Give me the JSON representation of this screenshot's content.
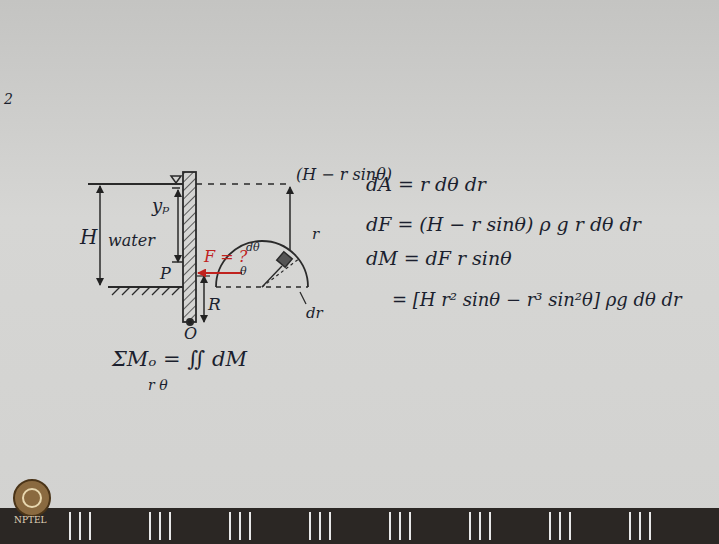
{
  "diagram": {
    "labels": [
      "2",
      "H",
      "water",
      "yₚ",
      "P",
      "F = ?",
      "R",
      "O",
      "(H − r sinθ)",
      "dθ",
      "θ",
      "r",
      "dr",
      "dA = r dθ dr",
      "dF = (H − r sinθ) ρ g r dθ dr",
      "dM = dF r sinθ",
      "= [H r² sinθ − r³ sin²θ] ρg dθ dr",
      "ΣMₒ = ∬ dM",
      "r θ",
      "NPTEL"
    ]
  }
}
